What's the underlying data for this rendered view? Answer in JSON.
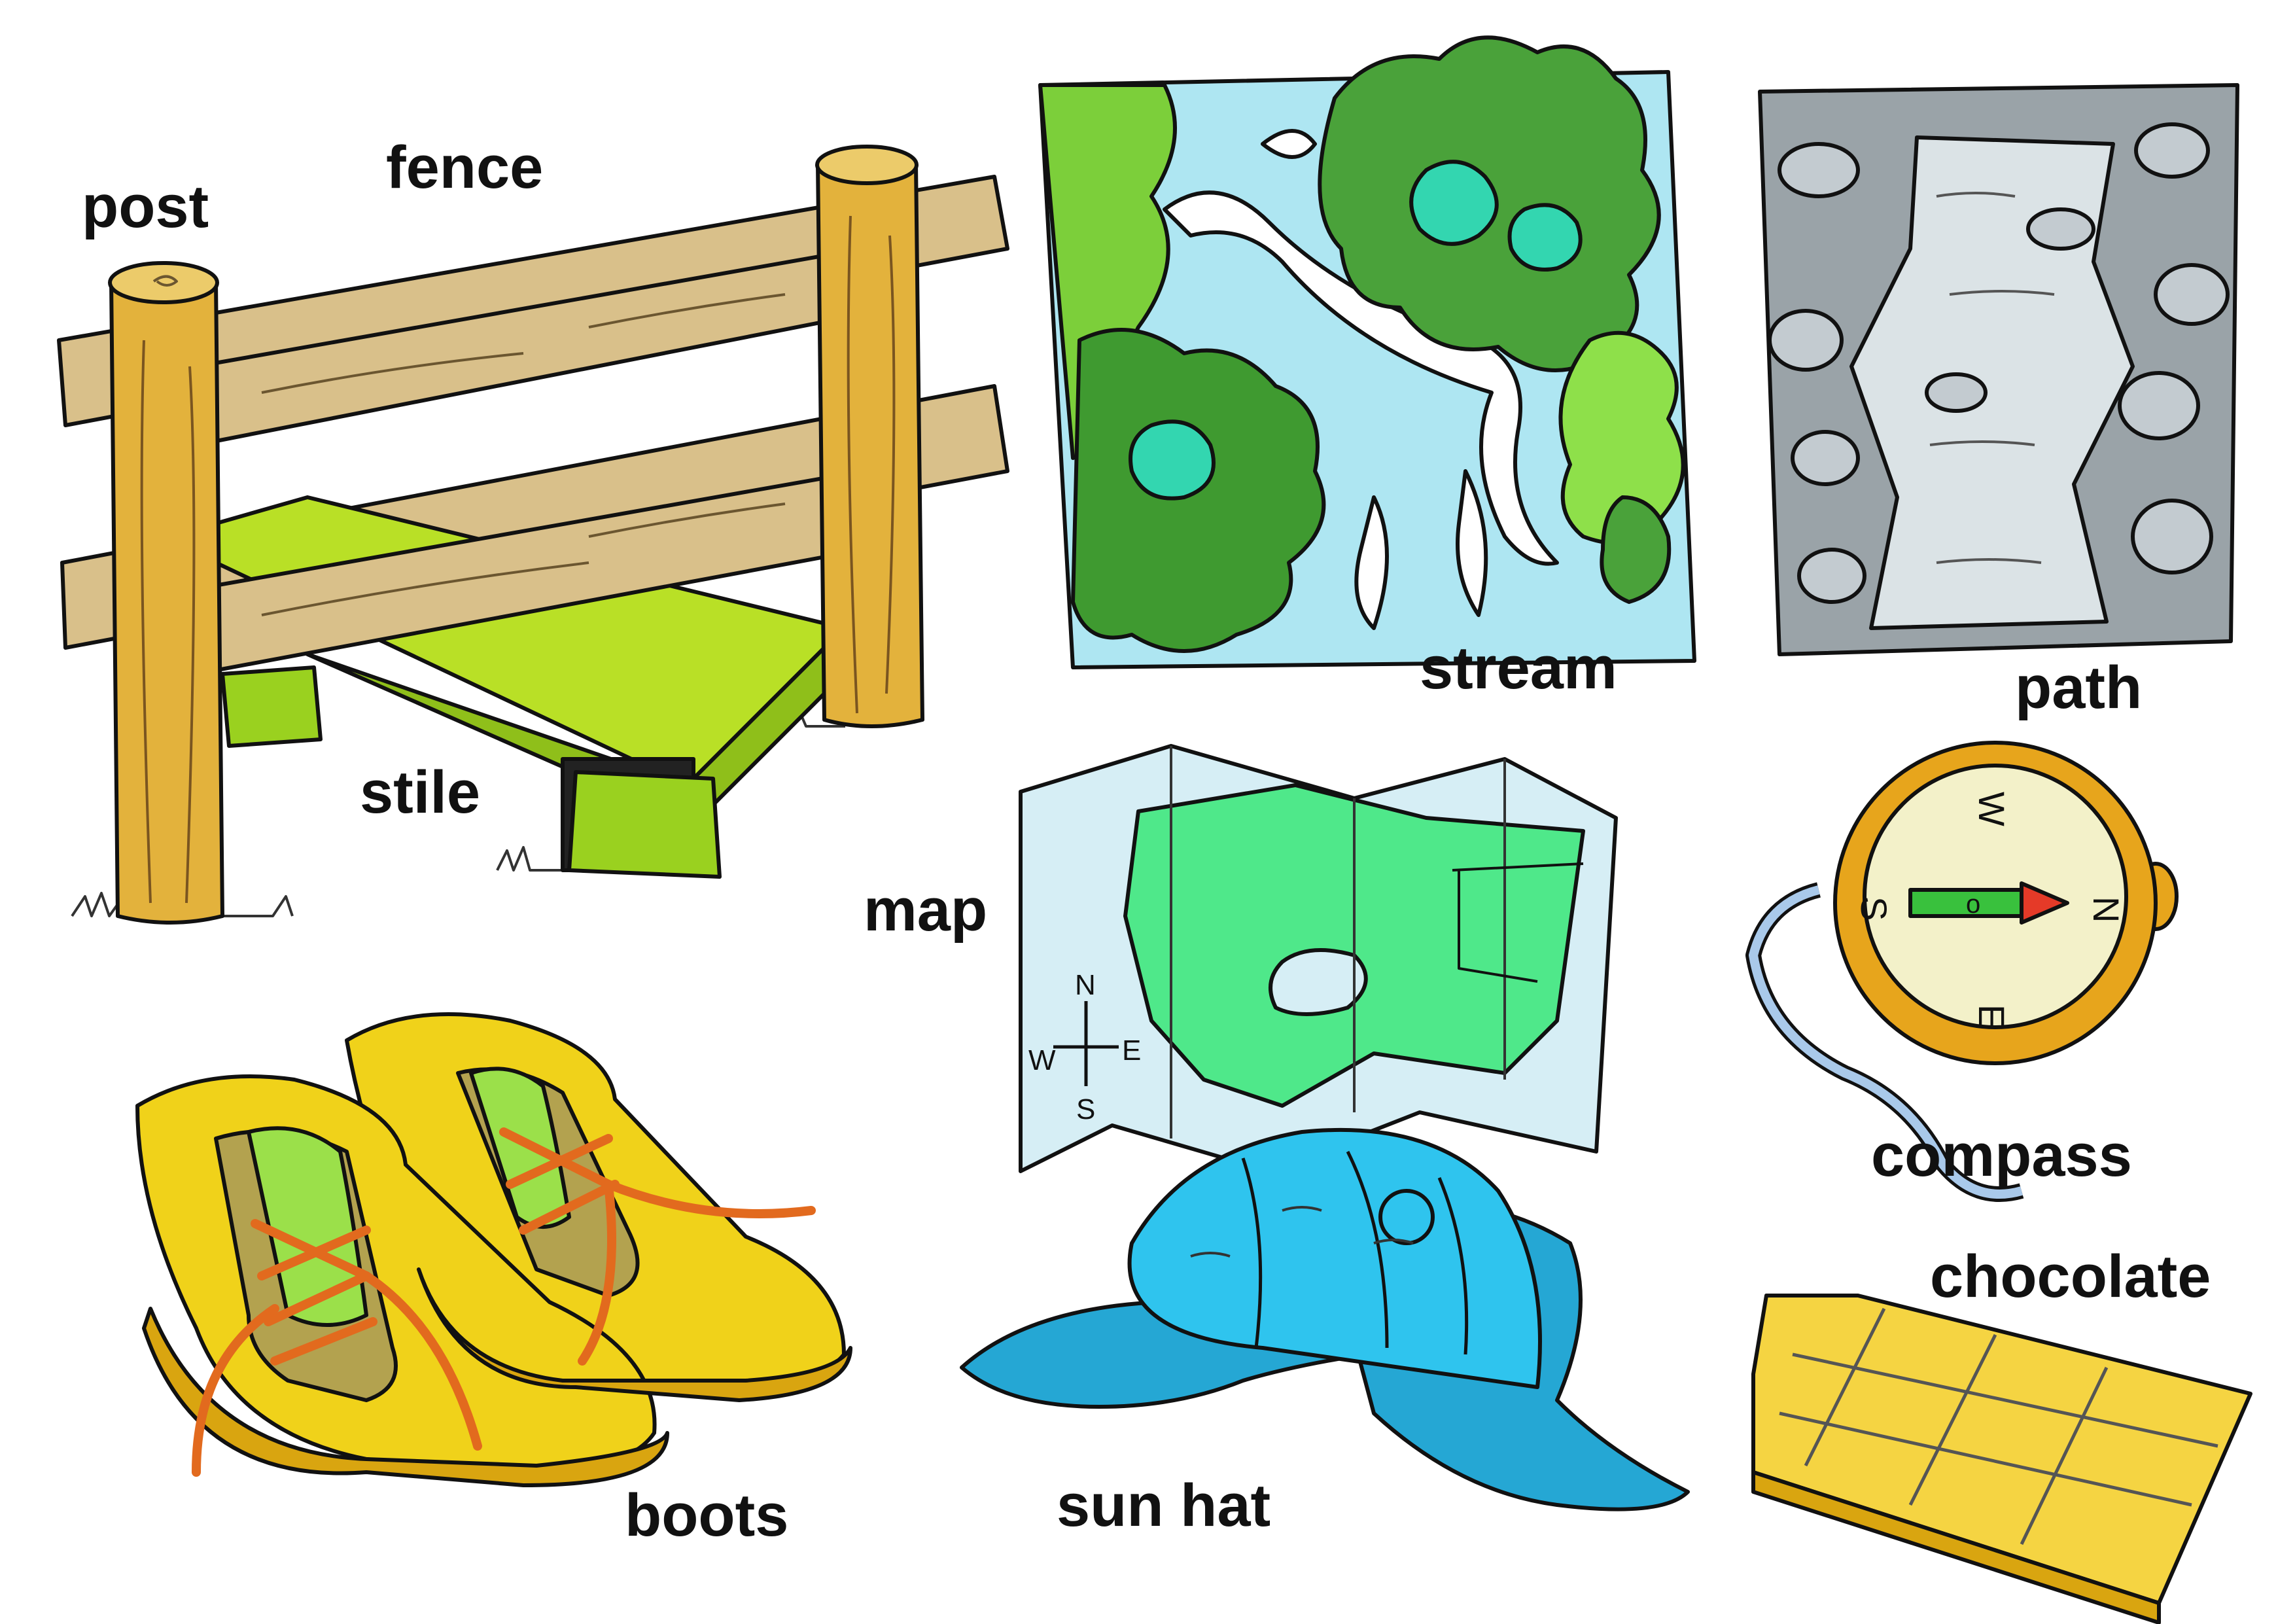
{
  "labels": {
    "post": "post",
    "fence": "fence",
    "stile": "stile",
    "stream": "stream",
    "path": "path",
    "map": "map",
    "compass": "compass",
    "boots": "boots",
    "sun_hat": "sun hat",
    "chocolate": "chocolate"
  },
  "map_compass_letters": {
    "n": "N",
    "w": "W",
    "e": "E",
    "s": "S"
  },
  "compass_letters": {
    "n": "N",
    "w": "W",
    "e": "E",
    "s": "S"
  },
  "colors": {
    "wood": "#e3b23c",
    "rail": "#d9c08a",
    "stile": "#9ad11f",
    "water": "#aee6f2",
    "bush_dark": "#4aa23a",
    "bush_light": "#8ee04a",
    "bush_teal": "#33d6b0",
    "rock": "#9aa3a8",
    "map_paper": "#d6eef5",
    "map_land": "#4fe88a",
    "compass_gold": "#e7a51c",
    "compass_face": "#f3f1c9",
    "chain": "#a9c9ea",
    "boot": "#f0d21a",
    "boot_inner": "#b3a24f",
    "lace": "#e26a1e",
    "tongue": "#9be04a",
    "hat": "#2fc4ee",
    "chocolate": "#f5d442"
  }
}
